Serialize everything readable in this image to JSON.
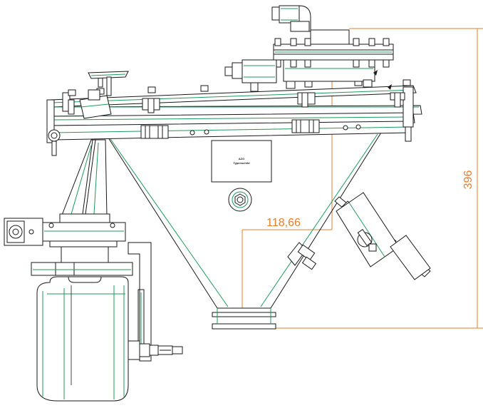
{
  "drawing": {
    "dimensions": {
      "height_value": "396",
      "offset_value": "118,66"
    },
    "nameplate": {
      "line1": "AZO",
      "line2": "Typenschild"
    }
  },
  "colors": {
    "outline": "#1a1a1a",
    "accent": "#1e9a5a",
    "dimension": "#e87d2e"
  }
}
